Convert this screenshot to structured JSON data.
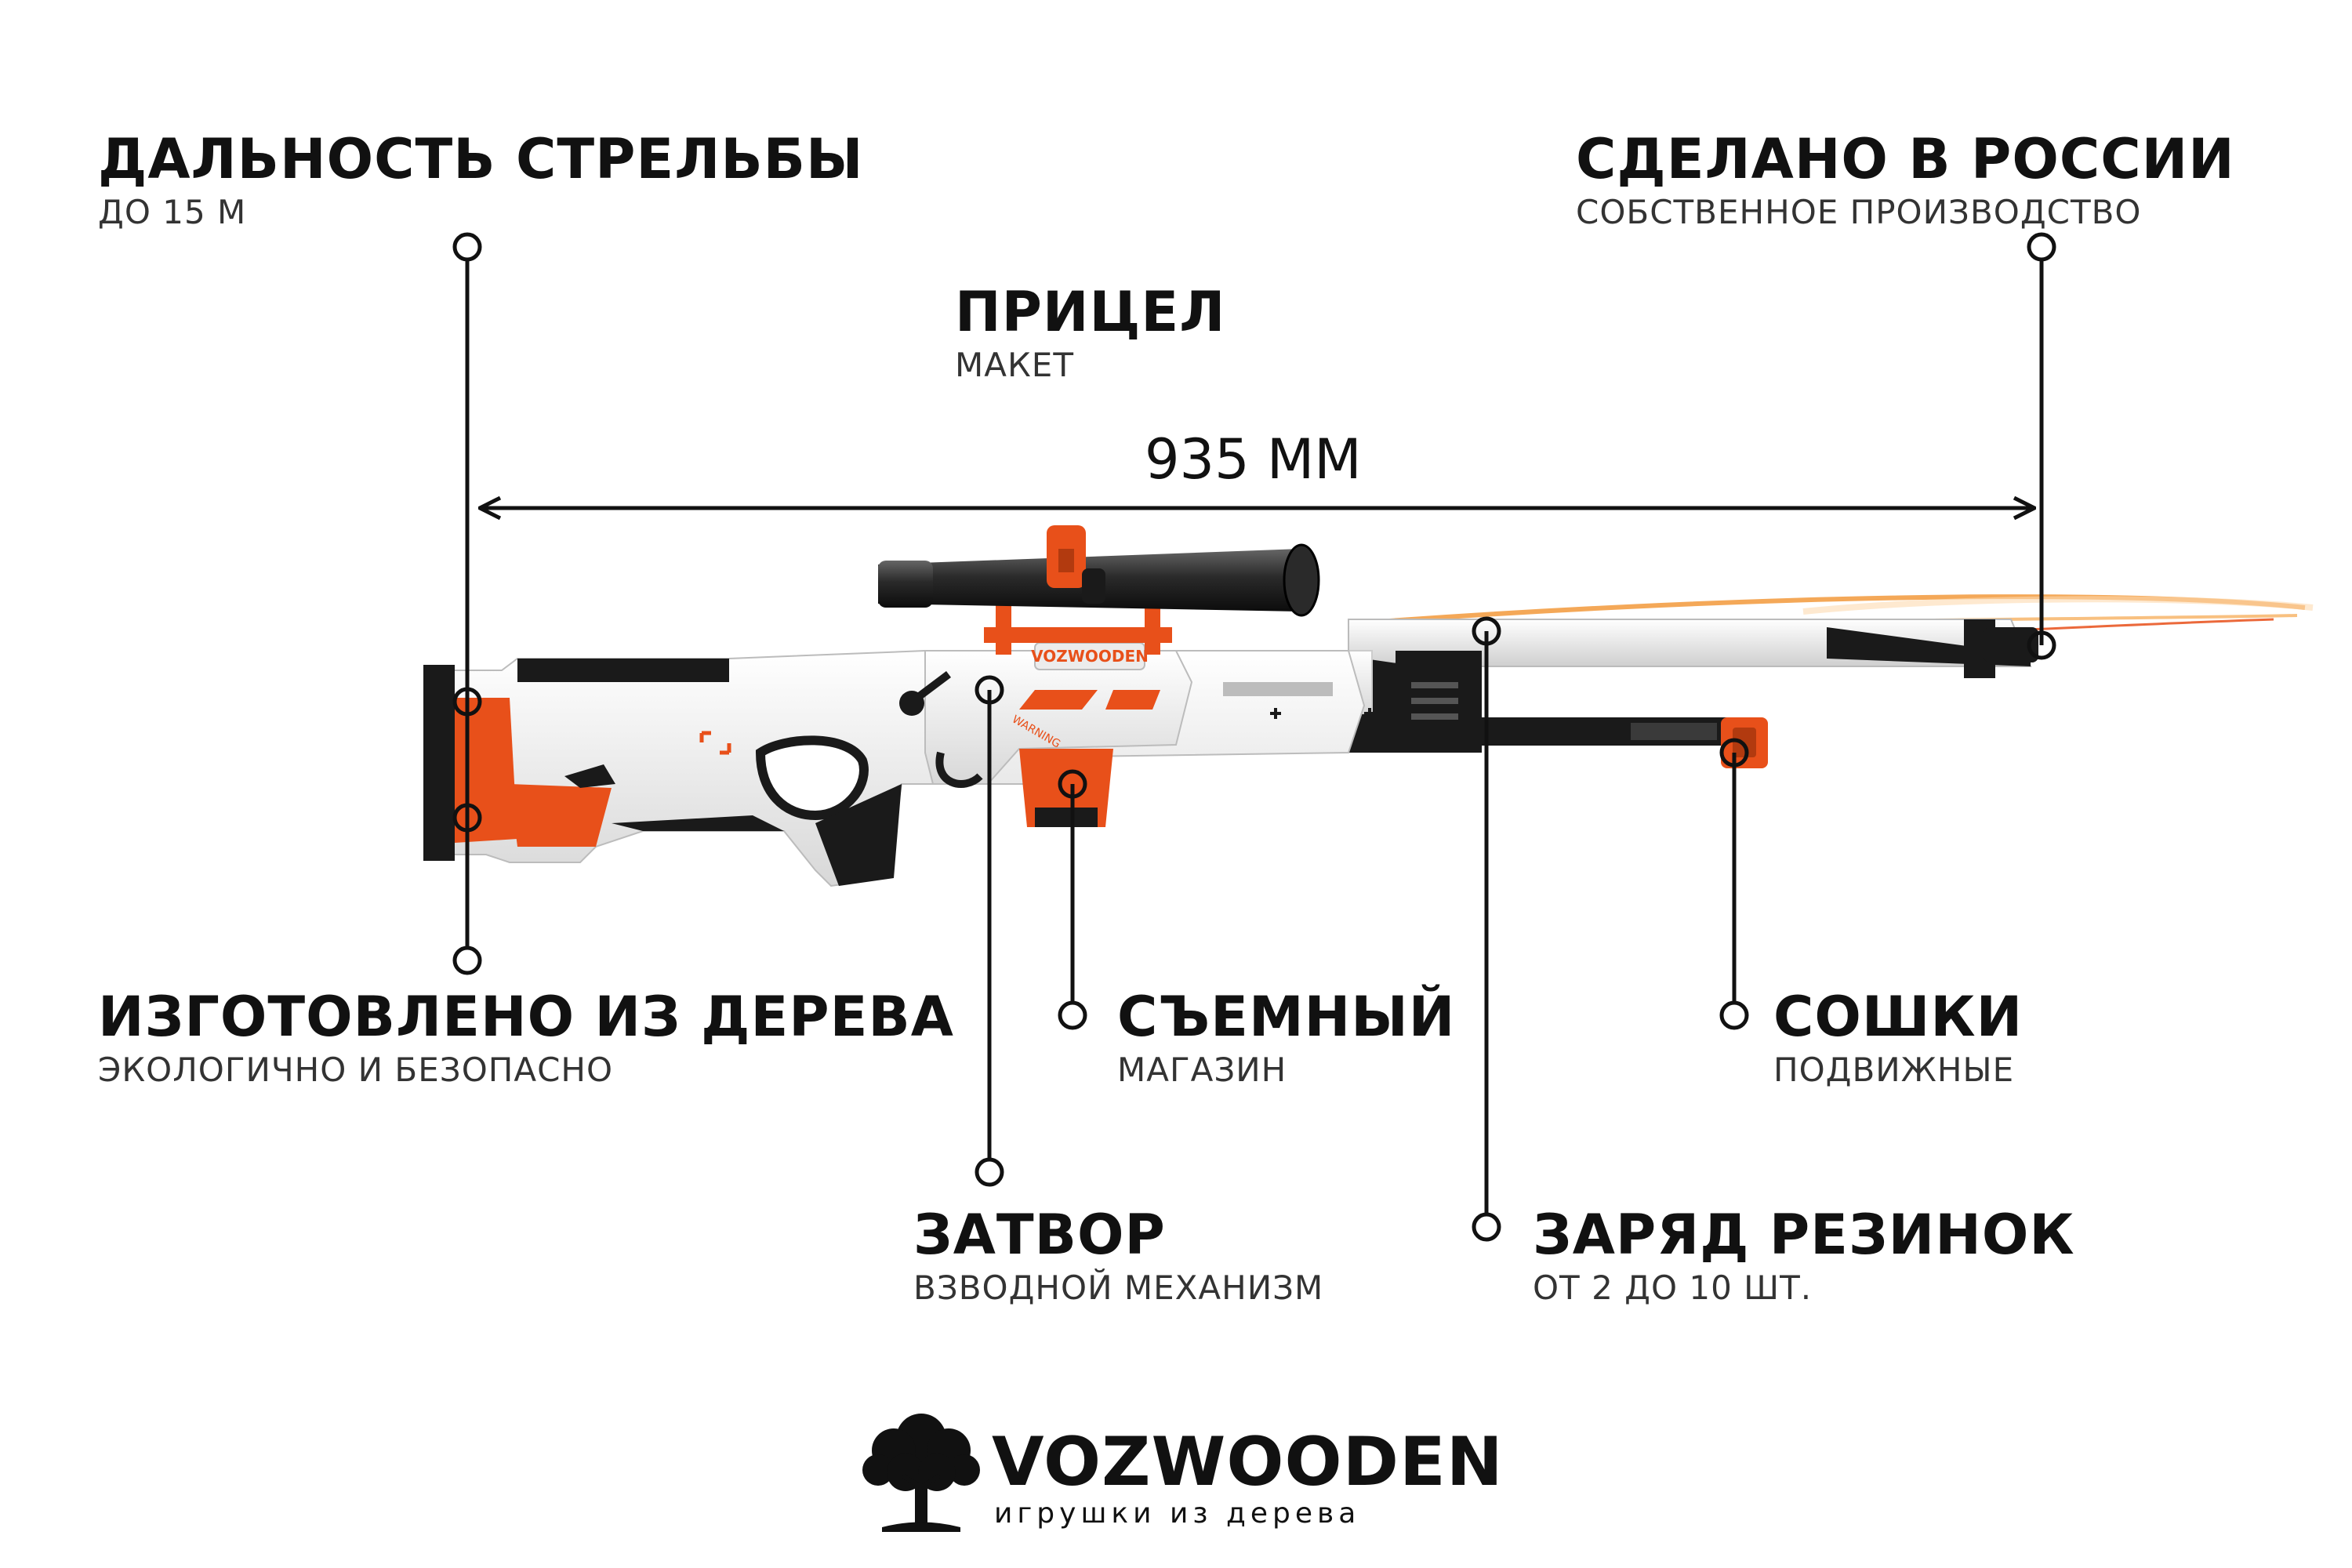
{
  "features": {
    "range": {
      "title": "ДАЛЬНОСТЬ СТРЕЛЬБЫ",
      "subtitle": "ДО 15 М"
    },
    "made_in": {
      "title": "СДЕЛАНО В РОССИИ",
      "subtitle": "СОБСТВЕННОЕ ПРОИЗВОДСТВО"
    },
    "scope": {
      "title": "ПРИЦЕЛ",
      "subtitle": "МАКЕТ"
    },
    "wood": {
      "title": "ИЗГОТОВЛЕНО ИЗ ДЕРЕВА",
      "subtitle": "ЭКОЛОГИЧНО И БЕЗОПАСНО"
    },
    "magazine": {
      "title": "СЪЕМНЫЙ",
      "subtitle": "МАГАЗИН"
    },
    "bipod": {
      "title": "СОШКИ",
      "subtitle": "ПОДВИЖНЫЕ"
    },
    "bolt": {
      "title": "ЗАТВОР",
      "subtitle": "ВЗВОДНОЙ МЕХАНИЗМ"
    },
    "bands": {
      "title": "ЗАРЯД РЕЗИНОК",
      "subtitle": "ОТ 2 ДО 10  ШТ."
    }
  },
  "dimension": {
    "label": "935 ММ"
  },
  "rifle": {
    "receiver_text": "VOZWOODEN",
    "warning_text": "WARNING"
  },
  "brand": {
    "name": "VOZWOODEN",
    "tagline": "игрушки из дерева"
  },
  "colors": {
    "accent": "#e8501a",
    "body": "#eeeeee",
    "dark": "#1a1a1a"
  }
}
